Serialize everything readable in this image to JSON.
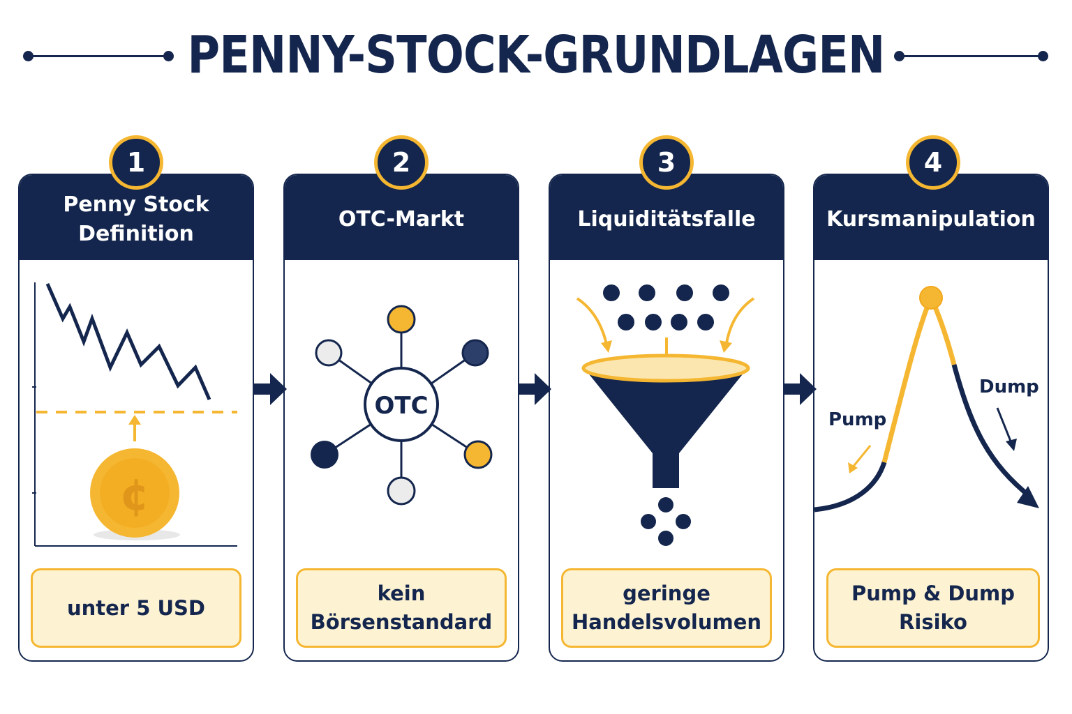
{
  "title": "PENNY-STOCK-GRUNDLAGEN",
  "colors": {
    "navy": "#14264d",
    "gold": "#f5b731",
    "cream": "#fdf3d3"
  },
  "steps": [
    {
      "number": "1",
      "heading_line1": "Penny Stock",
      "heading_line2": "Definition",
      "caption_line1": "unter 5 USD",
      "caption_line2": "",
      "icon": "coin-cent-icon"
    },
    {
      "number": "2",
      "heading_line1": "OTC-Markt",
      "heading_line2": "",
      "caption_line1": "kein",
      "caption_line2": "Börsenstandard",
      "center_label": "OTC",
      "icon": "network-hub-icon"
    },
    {
      "number": "3",
      "heading_line1": "Liquiditätsfalle",
      "heading_line2": "",
      "caption_line1": "geringe",
      "caption_line2": "Handelsvolumen",
      "icon": "funnel-icon"
    },
    {
      "number": "4",
      "heading_line1": "Kursmanipulation",
      "heading_line2": "",
      "caption_line1": "Pump & Dump",
      "caption_line2": "Risiko",
      "pump_label": "Pump",
      "dump_label": "Dump",
      "icon": "pump-dump-curve-icon"
    }
  ]
}
